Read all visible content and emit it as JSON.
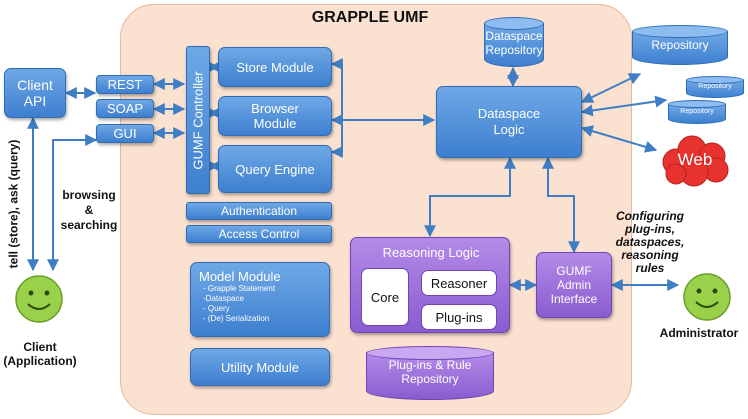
{
  "title": "GRAPPLE UMF",
  "client_api": "Client\nAPI",
  "rest": "REST",
  "soap": "SOAP",
  "gui": "GUI",
  "controller": "GUMF Controller",
  "store_module": "Store Module",
  "browser_module": "Browser\nModule",
  "query_engine": "Query Engine",
  "authentication": "Authentication",
  "access_control": "Access Control",
  "model_module": {
    "title": "Model Module",
    "items": [
      "- Grapple Statement",
      "-Dataspace",
      "- Query",
      "- (De) Serialization"
    ]
  },
  "utility_module": "Utility Module",
  "dataspace_repository": "Dataspace\nRepository",
  "dataspace_logic": "Dataspace\nLogic",
  "repository_main": "Repository",
  "repository_small_1": "Repository",
  "repository_small_2": "Repository",
  "web": "Web",
  "reasoning_logic": "Reasoning Logic",
  "core": "Core",
  "reasoner": "Reasoner",
  "plugins": "Plug-ins",
  "gumf_admin": "GUMF\nAdmin\nInterface",
  "plugins_repository": "Plug-ins & Rule\nRepository",
  "tell_ask": "tell (store), ask (query)",
  "browsing": "browsing\n&\nsearching",
  "client_label": "Client\n(Application)",
  "configuring": "Configuring\nplug-ins,\ndataspaces,\nreasoning\nrules",
  "administrator": "Administrator",
  "colors": {
    "blue": "#4a8ad8",
    "purple": "#9a6ddc",
    "umf_background": "#fbe1d0",
    "web_red": "#e8322e",
    "smiley_green": "#9ad14a",
    "arrow": "#3f7ec4"
  }
}
